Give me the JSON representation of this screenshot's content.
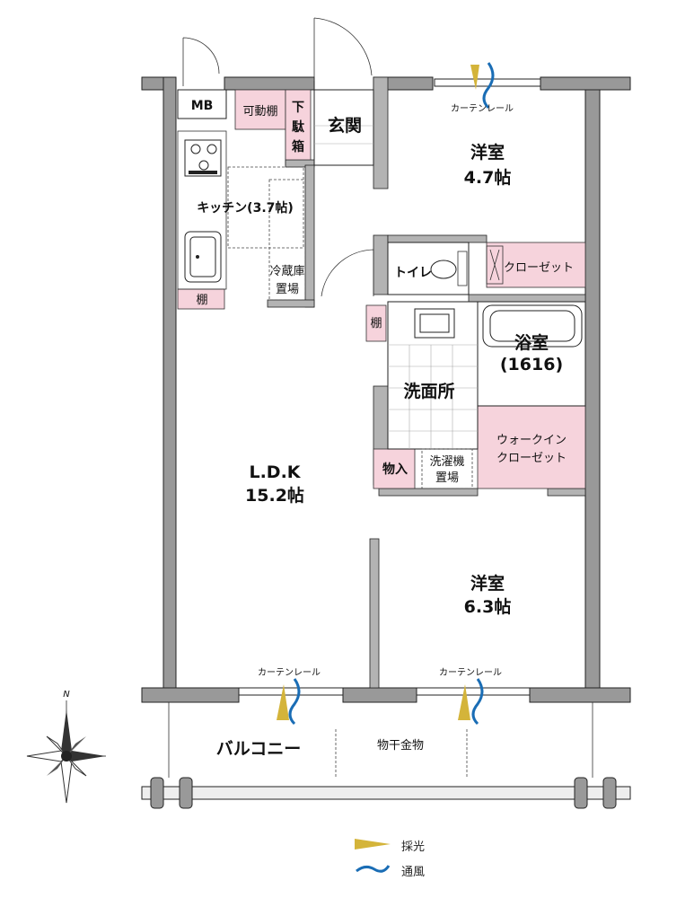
{
  "rooms": {
    "mb": "MB",
    "movable_shelf": "可動棚",
    "shoe_box": "下駄箱",
    "entrance": "玄関",
    "western1_name": "洋室",
    "western1_size": "4.7帖",
    "kitchen": "キッチン(3.7帖)",
    "fridge_l1": "冷蔵庫",
    "fridge_l2": "置場",
    "toilet": "トイレ",
    "closet": "クローゼット",
    "shelf1": "棚",
    "shelf2": "棚",
    "bath_name": "浴室",
    "bath_size": "(1616)",
    "washroom": "洗面所",
    "wic_l1": "ウォークイン",
    "wic_l2": "クローゼット",
    "storage": "物入",
    "washer_l1": "洗濯機",
    "washer_l2": "置場",
    "ldk_name": "L.D.K",
    "ldk_size": "15.2帖",
    "western2_name": "洋室",
    "western2_size": "6.3帖",
    "balcony": "バルコニー",
    "drying_hardware": "物干金物"
  },
  "curtain_rails": [
    "カーテンレール",
    "カーテンレール",
    "カーテンレール"
  ],
  "compass": {
    "north_label": "N"
  },
  "legend": {
    "light": "採光",
    "ventilation": "通風",
    "light_color": "#d4b43a",
    "ventilation_color": "#1a6db5"
  },
  "colors": {
    "wall": "#999999",
    "storage_fill": "#f6d3dc"
  }
}
